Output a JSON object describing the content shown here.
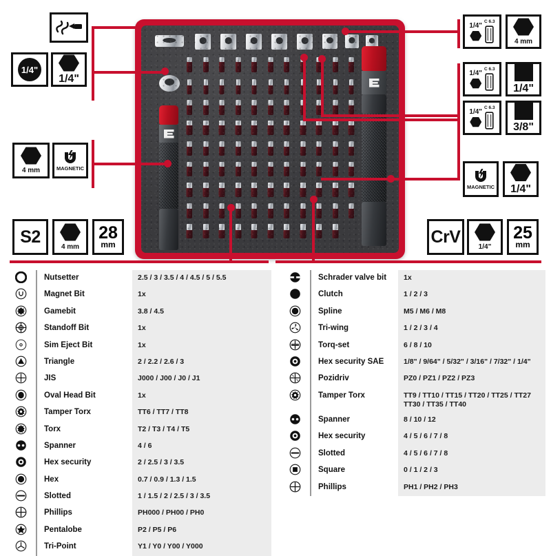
{
  "badges": {
    "flex_shaft": {
      "name": "flexible-shaft-icon",
      "label": ""
    },
    "quarter_drive_circle": {
      "text": "1/4\""
    },
    "quarter_hex": {
      "text": "1/4\""
    },
    "hex_4mm_left": {
      "text": "4 mm"
    },
    "magnetic_left": {
      "text": "MAGNETIC"
    },
    "s2": {
      "text": "S2"
    },
    "hex_4mm_bottom": {
      "text": "4 mm"
    },
    "len_28": {
      "num": "28",
      "unit": "mm"
    },
    "crv": {
      "text": "CrV"
    },
    "hex_quarter_bottom": {
      "text": "1/4\""
    },
    "len_25": {
      "num": "25",
      "unit": "mm"
    },
    "bitholder_c63_a": {
      "std": "C 6.3",
      "size": "1/4\""
    },
    "hex_4mm_right": {
      "text": "4 mm"
    },
    "bitholder_c63_b": {
      "std": "C 6.3",
      "size": "1/4\""
    },
    "square_quarter": {
      "text": "1/4\""
    },
    "bitholder_c63_c": {
      "std": "C 6.3",
      "size": "1/4\""
    },
    "square_three_eighth": {
      "text": "3/8\""
    },
    "magnetic_right": {
      "text": "MAGNETIC"
    },
    "hex_quarter_right": {
      "text": "1/4\""
    }
  },
  "table_left": [
    {
      "icon": "nutsetter-icon",
      "name": "Nutsetter",
      "sizes": "2.5 / 3 / 3.5 / 4 / 4.5 /  5 / 5.5"
    },
    {
      "icon": "magnet-bit-icon",
      "name": "Magnet Bit",
      "sizes": "1x"
    },
    {
      "icon": "gamebit-icon",
      "name": "Gamebit",
      "sizes": "3.8 / 4.5"
    },
    {
      "icon": "standoff-bit-icon",
      "name": "Standoff Bit",
      "sizes": "1x"
    },
    {
      "icon": "sim-eject-bit-icon",
      "name": "Sim Eject Bit",
      "sizes": "1x"
    },
    {
      "icon": "triangle-icon",
      "name": "Triangle",
      "sizes": "2 / 2.2 / 2.6 / 3"
    },
    {
      "icon": "jis-icon",
      "name": "JIS",
      "sizes": "J000 / J00 / J0 / J1"
    },
    {
      "icon": "oval-head-bit-icon",
      "name": "Oval Head Bit",
      "sizes": "1x"
    },
    {
      "icon": "tamper-torx-icon",
      "name": "Tamper Torx",
      "sizes": "TT6 / TT7 / TT8"
    },
    {
      "icon": "torx-icon",
      "name": "Torx",
      "sizes": "T2 / T3 / T4 / T5"
    },
    {
      "icon": "spanner-icon",
      "name": "Spanner",
      "sizes": "4 / 6"
    },
    {
      "icon": "hex-security-icon",
      "name": "Hex security",
      "sizes": "2 / 2.5 / 3 / 3.5"
    },
    {
      "icon": "hex-icon",
      "name": "Hex",
      "sizes": "0.7 / 0.9 / 1.3 / 1.5"
    },
    {
      "icon": "slotted-icon",
      "name": "Slotted",
      "sizes": "1 / 1.5 / 2 / 2.5 / 3 / 3.5"
    },
    {
      "icon": "phillips-icon",
      "name": "Phillips",
      "sizes": "PH000 / PH00 / PH0"
    },
    {
      "icon": "pentalobe-icon",
      "name": "Pentalobe",
      "sizes": "P2 / P5 / P6"
    },
    {
      "icon": "tri-point-icon",
      "name": "Tri-Point",
      "sizes": "Y1 / Y0 / Y00 / Y000"
    }
  ],
  "table_right": [
    {
      "icon": "schrader-valve-bit-icon",
      "name": "Schrader valve bit",
      "sizes": "1x"
    },
    {
      "icon": "clutch-icon",
      "name": "Clutch",
      "sizes": "1 / 2 / 3"
    },
    {
      "icon": "spline-icon",
      "name": "Spline",
      "sizes": "M5 / M6 / M8"
    },
    {
      "icon": "tri-wing-icon",
      "name": "Tri-wing",
      "sizes": "1 / 2 / 3 / 4"
    },
    {
      "icon": "torq-set-icon",
      "name": "Torq-set",
      "sizes": "6 / 8 / 10"
    },
    {
      "icon": "hex-security-sae-icon",
      "name": "Hex security SAE",
      "sizes": "1/8\" / 9/64\" / 5/32\" / 3/16\" / 7/32\" / 1/4\""
    },
    {
      "icon": "pozidriv-icon",
      "name": "Pozidriv",
      "sizes": "PZ0 / PZ1 / PZ2 / PZ3"
    },
    {
      "icon": "tamper-torx-icon",
      "name": "Tamper Torx",
      "sizes": "TT9 / TT10 / TT15 / TT20 / TT25 / TT27\nTT30 / TT35 / TT40"
    },
    {
      "icon": "spanner-icon",
      "name": "Spanner",
      "sizes": "8 / 10 / 12"
    },
    {
      "icon": "hex-security-icon",
      "name": "Hex security",
      "sizes": "4 / 5 / 6 / 7 / 8"
    },
    {
      "icon": "slotted-icon",
      "name": "Slotted",
      "sizes": "4 / 5 / 6 / 7 / 8"
    },
    {
      "icon": "square-icon",
      "name": "Square",
      "sizes": "0 / 1 / 2 / 3"
    },
    {
      "icon": "phillips-icon",
      "name": "Phillips",
      "sizes": "PH1 / PH2 / PH3"
    }
  ],
  "colors": {
    "brand_red": "#c8102e",
    "ink": "#111111",
    "value_bg": "#ececec",
    "foam": "#3a3a3d"
  }
}
